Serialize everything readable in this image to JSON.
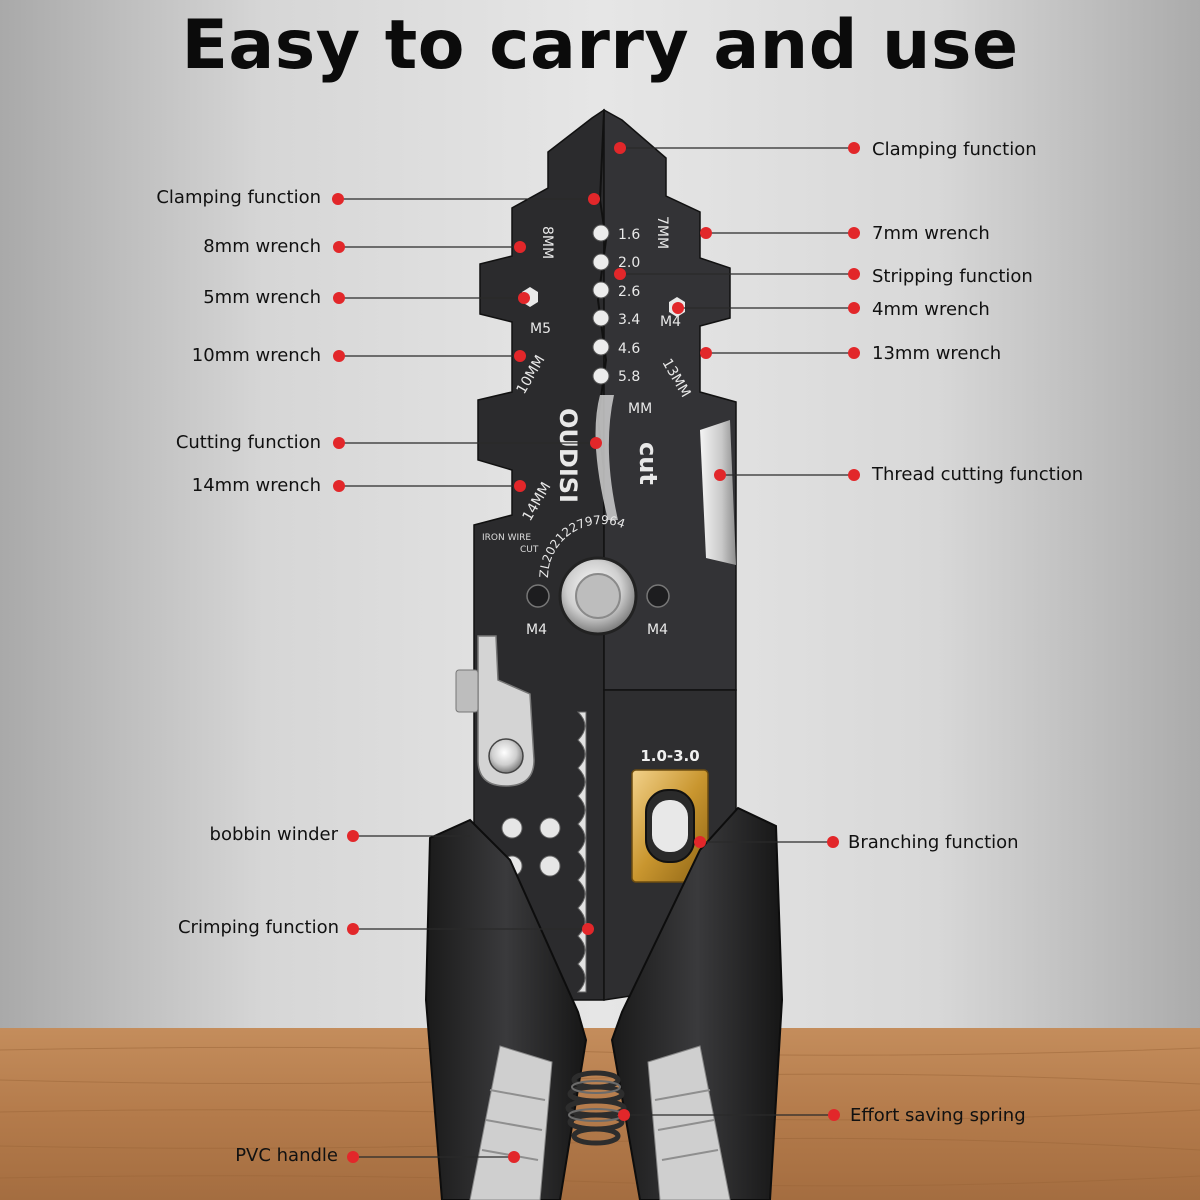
{
  "title": "Easy to carry and use",
  "colors": {
    "marker": "#e2272a",
    "tool_body": "#2b2b2d",
    "accent_gold": "#d6a43a",
    "wood": "#b98356"
  },
  "tool_markings": {
    "brand": "OUDISI",
    "cut": "cut",
    "strip_sizes": [
      "1.6",
      "2.0",
      "2.6",
      "3.4",
      "4.6",
      "5.8"
    ],
    "strip_unit": "MM",
    "w8": "8MM",
    "w7": "7MM",
    "w10": "10MM",
    "w13": "13MM",
    "w14": "14MM",
    "m5": "M5",
    "m4_upper": "M4",
    "m4_left": "M4",
    "m4_right": "M4",
    "iron_wire": "IRON WIRE",
    "iron_cut": "CUT",
    "serial": "ZL202122797964",
    "branch_range": "1.0-3.0"
  },
  "callouts": {
    "clamping_tip": "Clamping function",
    "clamping_jaw": "Clamping function",
    "wrench_8mm": "8mm wrench",
    "wrench_7mm": "7mm wrench",
    "stripping": "Stripping function",
    "wrench_5mm": "5mm wrench",
    "wrench_4mm": "4mm wrench",
    "wrench_10mm": "10mm wrench",
    "wrench_13mm": "13mm wrench",
    "cutting": "Cutting function",
    "thread_cutting": "Thread cutting function",
    "wrench_14mm": "14mm wrench",
    "bobbin": "bobbin winder",
    "branching": "Branching function",
    "crimping": "Crimping function",
    "spring": "Effort saving spring",
    "handle": "PVC handle"
  }
}
